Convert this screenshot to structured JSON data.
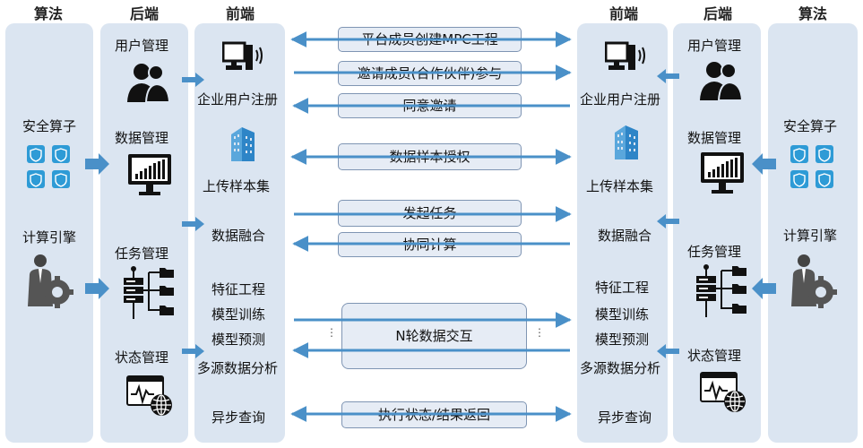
{
  "left": {
    "algo_header": "算法",
    "backend_header": "后端",
    "frontend_header": "前端",
    "algo_items": [
      "安全算子",
      "计算引擎"
    ],
    "backend_items": [
      "用户管理",
      "数据管理",
      "任务管理",
      "状态管理"
    ],
    "frontend_items": [
      "企业用户注册",
      "上传样本集",
      "数据融合",
      "特征工程",
      "模型训练",
      "模型预测",
      "多源数据分析",
      "异步查询"
    ]
  },
  "right": {
    "frontend_header": "前端",
    "backend_header": "后端",
    "algo_header": "算法",
    "frontend_items": [
      "企业用户注册",
      "上传样本集",
      "数据融合",
      "特征工程",
      "模型训练",
      "模型预测",
      "多源数据分析",
      "异步查询"
    ],
    "backend_items": [
      "用户管理",
      "数据管理",
      "任务管理",
      "状态管理"
    ],
    "algo_items": [
      "安全算子",
      "计算引擎"
    ]
  },
  "middle": {
    "boxes": [
      "平台成员创建MPC工程",
      "邀请成员(合作伙伴)参与",
      "同意邀请",
      "数据样本授权",
      "发起任务",
      "协同计算",
      "N轮数据交互",
      "执行状态/结果返回"
    ]
  },
  "icons": {
    "user": "users-icon",
    "computer": "computer-icon",
    "building": "building-icon",
    "monitor_chart": "monitor-chart-icon",
    "shield": "shield-icon",
    "gear_person": "gear-person-icon",
    "server_tree": "server-tree-icon",
    "web_globe": "web-globe-icon"
  },
  "colors": {
    "panel": "#dbe5f1",
    "arrow": "#4a90c8",
    "box_border": "#7f95b3"
  }
}
